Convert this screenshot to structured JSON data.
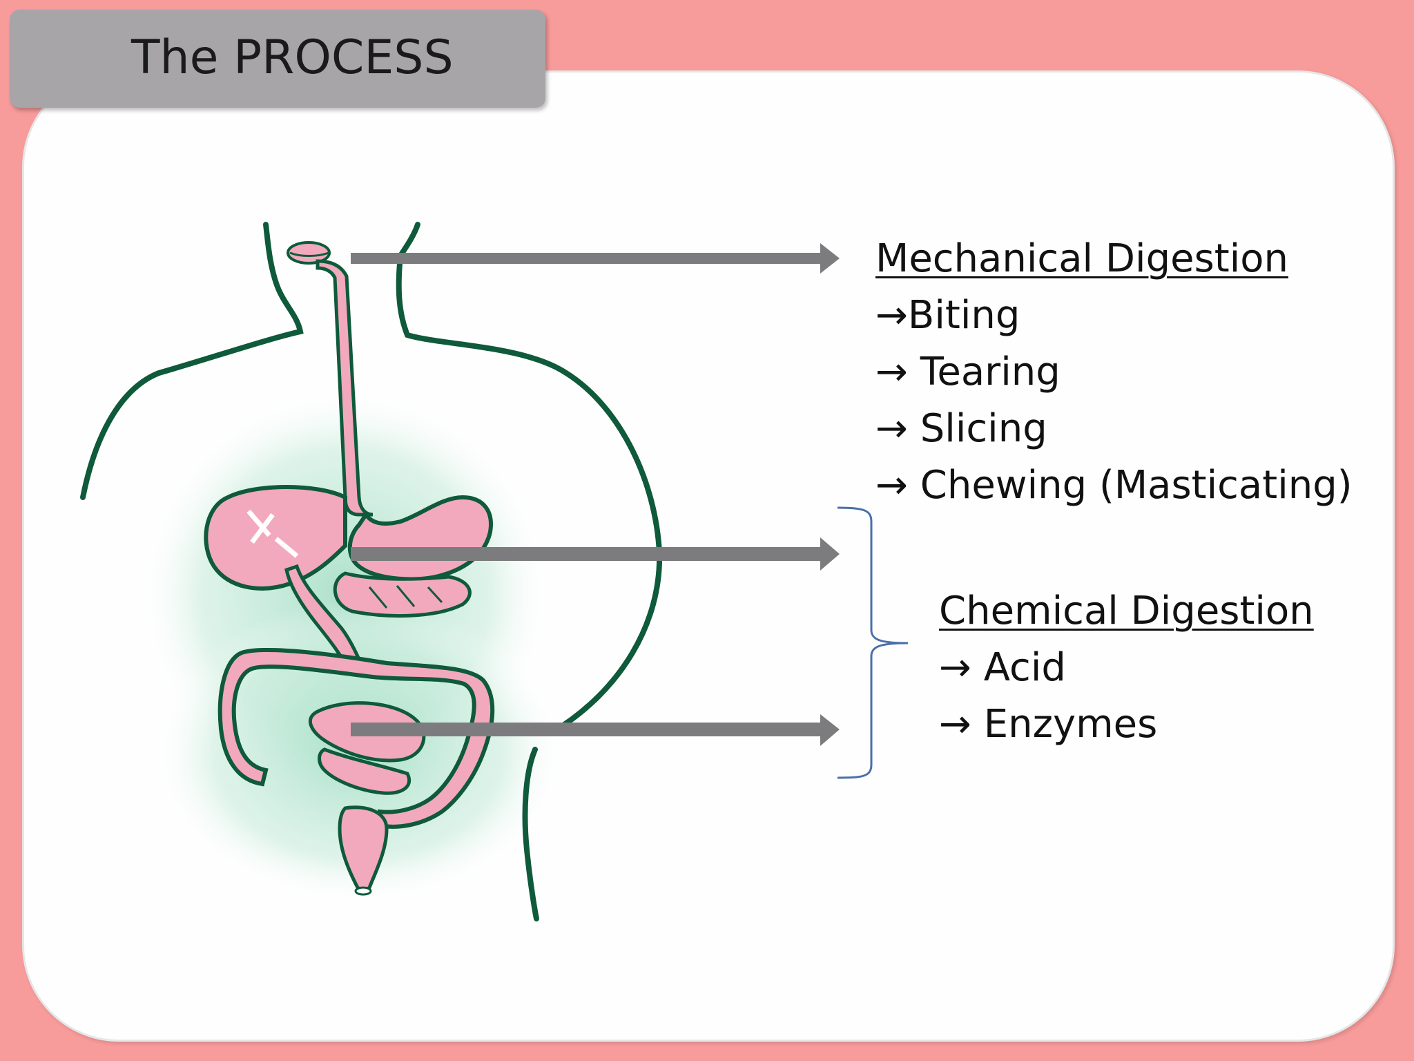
{
  "title": "The PROCESS",
  "mechanical": {
    "heading": "Mechanical Digestion",
    "items": [
      "→Biting",
      "→ Tearing",
      "→ Slicing",
      "→ Chewing (Masticating)"
    ]
  },
  "chemical": {
    "heading": "Chemical Digestion",
    "items": [
      "→ Acid",
      "→ Enzymes"
    ]
  },
  "colors": {
    "background": "#f89b9b",
    "organ_pink": "#f2a9bd",
    "outline_green": "#0e5a3a",
    "arrow_gray": "#7c7c7e",
    "brace_blue": "#4b6fa8"
  }
}
